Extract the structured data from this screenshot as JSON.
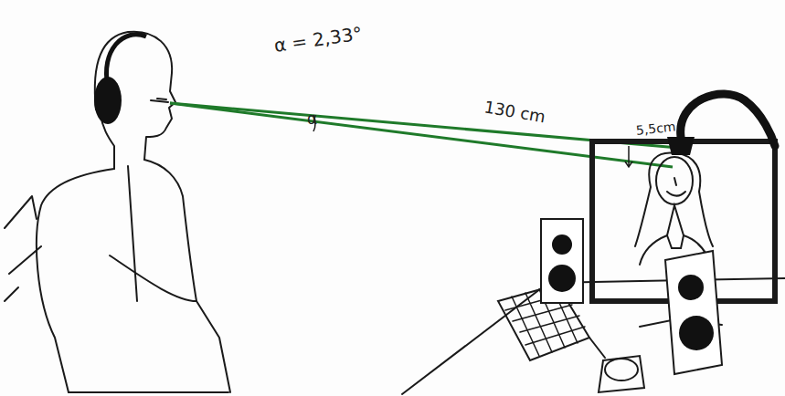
{
  "diagram": {
    "labels": [
      "α = 2,33°",
      "α",
      "130 cm",
      "5,5cm"
    ]
  }
}
